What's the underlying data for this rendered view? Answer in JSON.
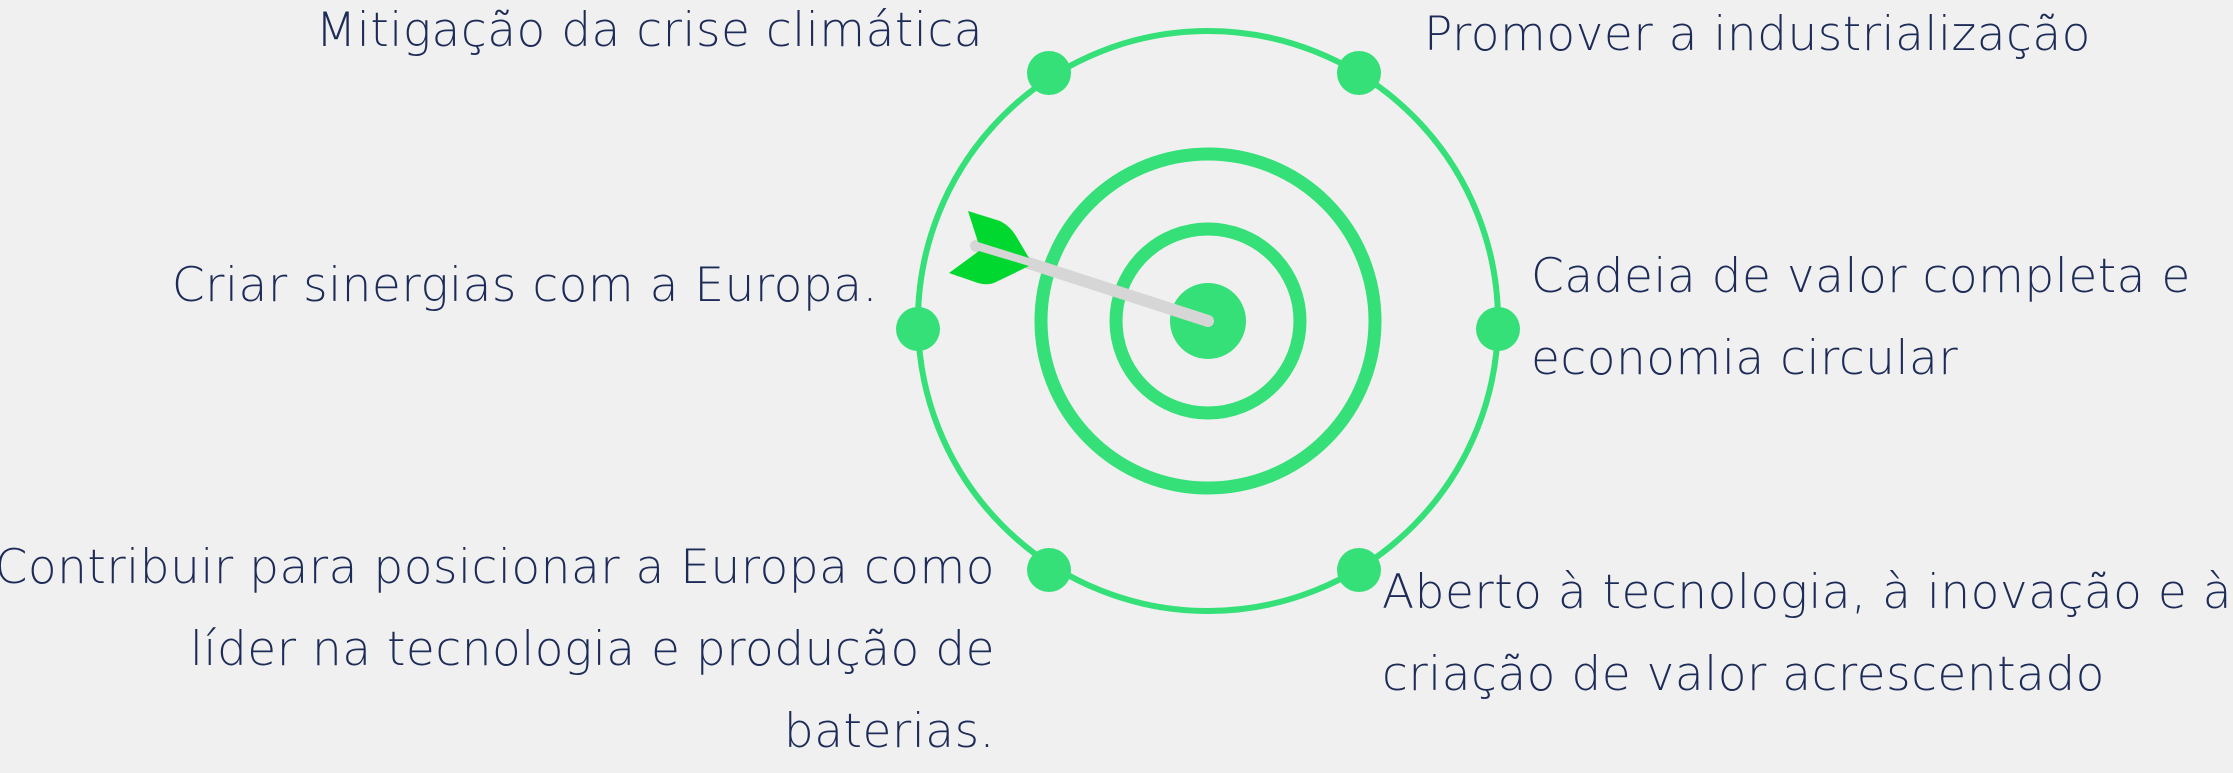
{
  "colors": {
    "background": "#f0f0f0",
    "ring": "#34e077",
    "node": "#34e077",
    "arrow_fletching": "#00d830",
    "arrow_shaft": "#d6d6d6",
    "text": "#1d2b58"
  },
  "icons": {
    "target": "target-icon",
    "arrow": "arrow-icon"
  },
  "labels": {
    "top_left": [
      "Mitigação da crise climática"
    ],
    "top_right": [
      "Promover a industrialização"
    ],
    "mid_left": [
      "Criar sinergias com a Europa."
    ],
    "mid_right": [
      "Cadeia de valor completa e",
      "economia circular"
    ],
    "bottom_left": [
      "Contribuir para posicionar a Europa como",
      "líder na tecnologia e produção de",
      "baterias."
    ],
    "bottom_right": [
      "Aberto à tecnologia, à inovação e à",
      "criação de valor acrescentado"
    ]
  }
}
